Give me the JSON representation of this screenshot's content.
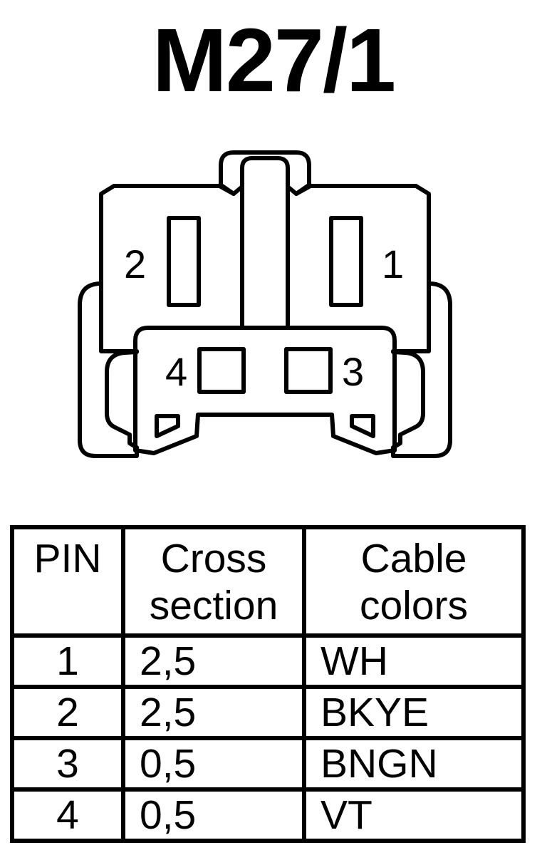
{
  "title": "M27/1",
  "connector": {
    "pin_labels": [
      "1",
      "2",
      "3",
      "4"
    ]
  },
  "table": {
    "headers": [
      {
        "line1": "PIN",
        "line2": ""
      },
      {
        "line1": "Cross",
        "line2": "section"
      },
      {
        "line1": "Cable",
        "line2": "colors"
      }
    ],
    "rows": [
      {
        "pin": "1",
        "section": "2,5",
        "color": "WH"
      },
      {
        "pin": "2",
        "section": "2,5",
        "color": "BKYE"
      },
      {
        "pin": "3",
        "section": "0,5",
        "color": "BNGN"
      },
      {
        "pin": "4",
        "section": "0,5",
        "color": "VT"
      }
    ]
  }
}
